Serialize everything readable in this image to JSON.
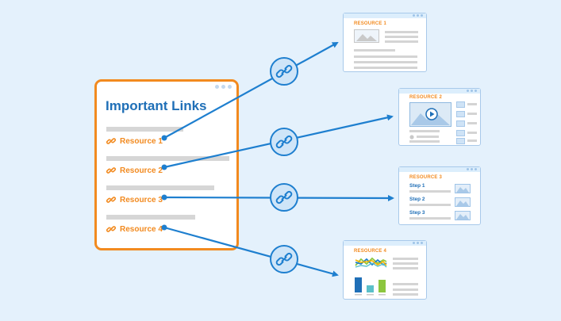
{
  "main_window": {
    "title": "Important Links",
    "links": [
      "Resource 1",
      "Resource 2",
      "Resource 3",
      "Resource 4"
    ]
  },
  "resources": [
    {
      "title": "RESOURCE 1"
    },
    {
      "title": "RESOURCE 2"
    },
    {
      "title": "RESOURCE 3",
      "steps": [
        "Step 1",
        "Step 2",
        "Step 3"
      ]
    },
    {
      "title": "RESOURCE 4"
    }
  ],
  "colors": {
    "background": "#e4f1fc",
    "accent_orange": "#f28a1f",
    "link_blue": "#1f6fb7",
    "connector_blue": "#1e7fcf",
    "chain_circle_fill": "#cfe5f8",
    "placeholder_gray": "#d6d6d6"
  },
  "icons": [
    "chain-link-icon",
    "image-placeholder-icon",
    "play-icon",
    "line-chart-icon",
    "bar-chart-icon"
  ]
}
